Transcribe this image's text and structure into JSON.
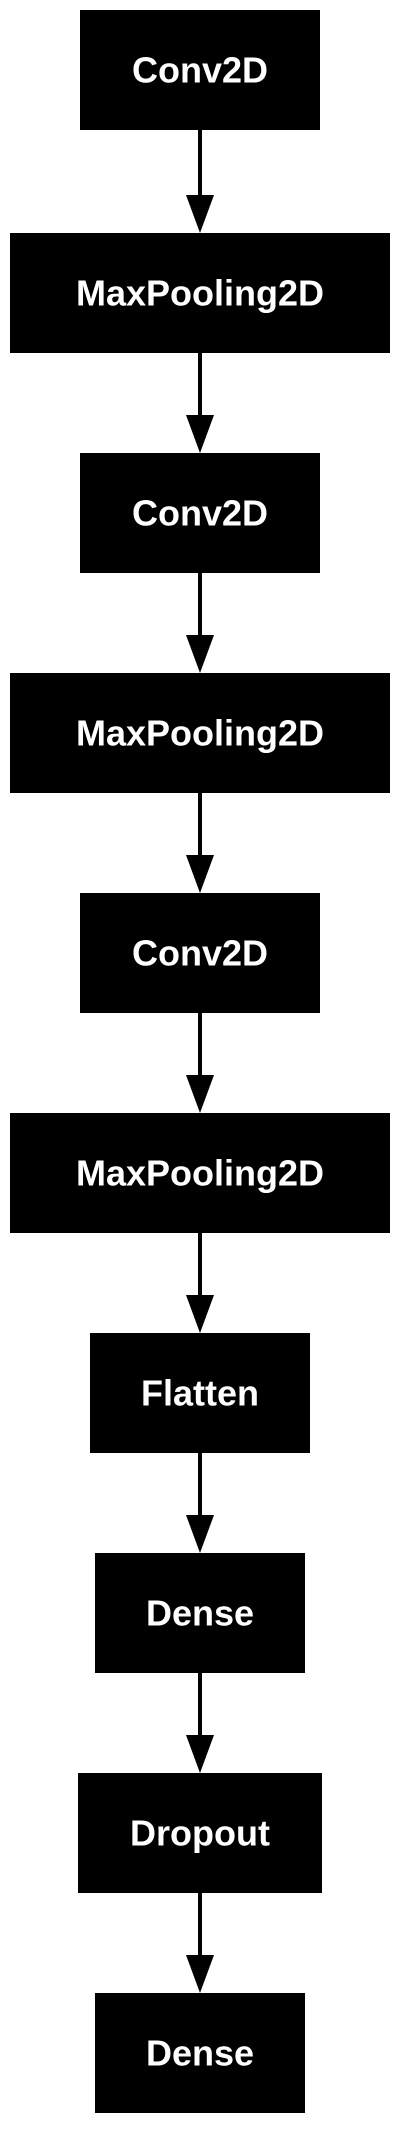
{
  "diagram": {
    "nodes": [
      {
        "id": "n1",
        "label": "Conv2D"
      },
      {
        "id": "n2",
        "label": "MaxPooling2D"
      },
      {
        "id": "n3",
        "label": "Conv2D"
      },
      {
        "id": "n4",
        "label": "MaxPooling2D"
      },
      {
        "id": "n5",
        "label": "Conv2D"
      },
      {
        "id": "n6",
        "label": "MaxPooling2D"
      },
      {
        "id": "n7",
        "label": "Flatten"
      },
      {
        "id": "n8",
        "label": "Dense"
      },
      {
        "id": "n9",
        "label": "Dropout"
      },
      {
        "id": "n10",
        "label": "Dense"
      }
    ],
    "edges": [
      {
        "from": "n1",
        "to": "n2"
      },
      {
        "from": "n2",
        "to": "n3"
      },
      {
        "from": "n3",
        "to": "n4"
      },
      {
        "from": "n4",
        "to": "n5"
      },
      {
        "from": "n5",
        "to": "n6"
      },
      {
        "from": "n6",
        "to": "n7"
      },
      {
        "from": "n7",
        "to": "n8"
      },
      {
        "from": "n8",
        "to": "n9"
      },
      {
        "from": "n9",
        "to": "n10"
      }
    ],
    "colors": {
      "node_fill": "#000000",
      "node_text": "#ffffff",
      "edge": "#000000",
      "background": "#ffffff"
    }
  }
}
